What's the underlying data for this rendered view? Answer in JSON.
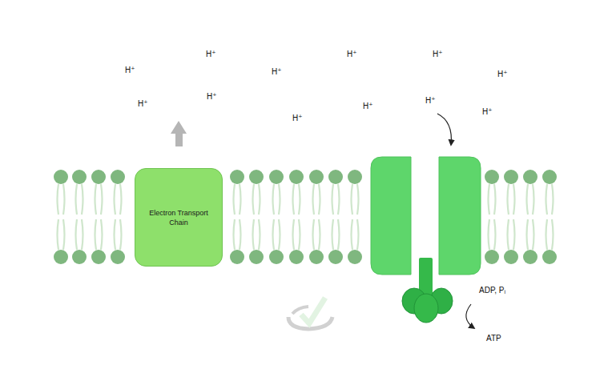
{
  "diagram": {
    "nodes": [
      {
        "text": [
          "Electron Transport Chain"
        ]
      }
    ],
    "labels": [
      "H⁺",
      "H⁺",
      "H⁺",
      "H⁺",
      "H⁺",
      "H⁺",
      "H⁺",
      "H⁺",
      "H⁺",
      "H⁺",
      "H⁺",
      "H⁺",
      "ADP, Pᵢ",
      "ATP"
    ]
  }
}
